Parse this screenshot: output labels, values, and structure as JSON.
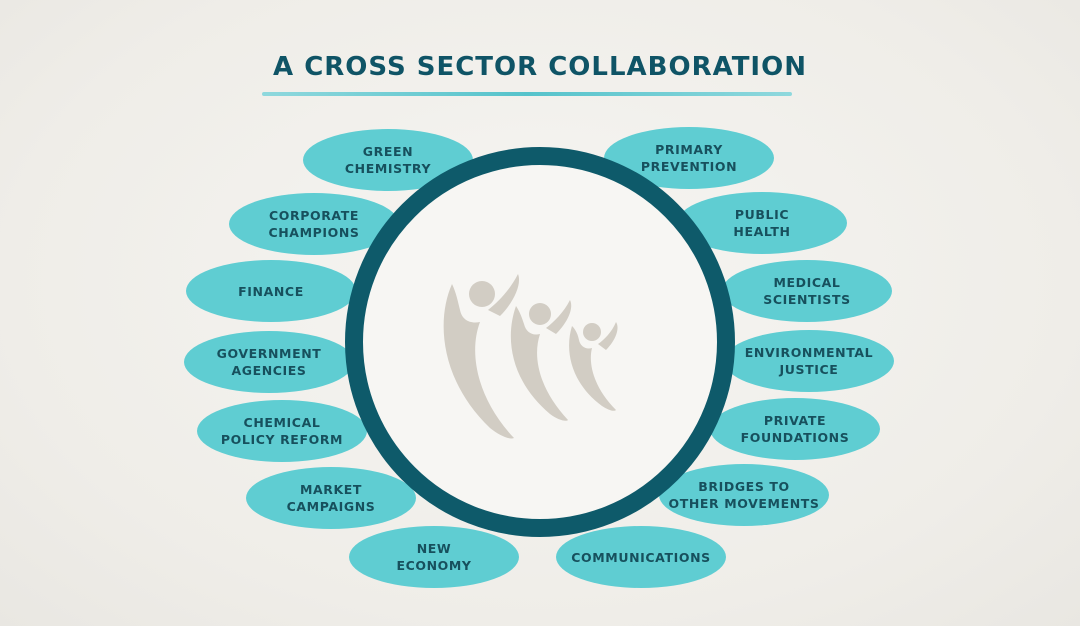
{
  "title": "A CROSS SECTOR COLLABORATION",
  "left_sectors": [
    "GREEN\nCHEMISTRY",
    "CORPORATE\nCHAMPIONS",
    "FINANCE",
    "GOVERNMENT\nAGENCIES",
    "CHEMICAL\nPOLICY REFORM",
    "MARKET\nCAMPAIGNS",
    "NEW\nECONOMY"
  ],
  "right_sectors": [
    "PRIMARY\nPREVENTION",
    "PUBLIC\nHEALTH",
    "MEDICAL\nSCIENTISTS",
    "ENVIRONMENTAL\nJUSTICE",
    "PRIVATE\nFOUNDATIONS",
    "BRIDGES TO\nOTHER MOVEMENTS",
    "COMMUNICATIONS"
  ],
  "colors": {
    "title": "#0f5466",
    "pill": "#5fcdd2",
    "pill_text": "#17505d",
    "ring": "#0e5a6a",
    "logo": "#d2cdc4"
  },
  "center_logo": "three-figures-logo"
}
